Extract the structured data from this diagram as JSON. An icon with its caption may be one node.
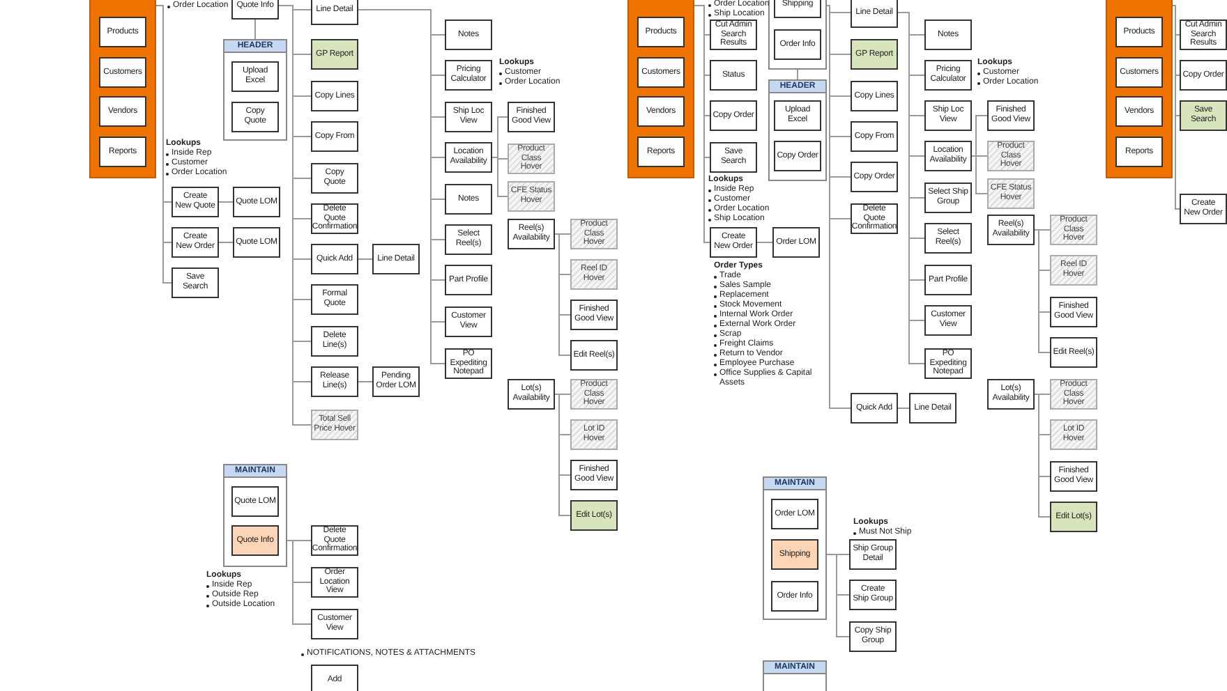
{
  "diagram": {
    "nodes": [
      {
        "text": [],
        "shape": "box"
      },
      {
        "text": [
          "Products"
        ],
        "in": 0
      },
      {
        "text": [
          "Customers"
        ],
        "in": 0
      },
      {
        "text": [
          "Vendors"
        ],
        "in": 0
      },
      {
        "text": [
          "Reports"
        ],
        "in": 0
      },
      {
        "text": [
          "Quote Info"
        ]
      },
      {
        "text": [
          "HEADER"
        ]
      },
      {
        "text": [
          "Upload Excel"
        ],
        "in": 6
      },
      {
        "text": [
          "Copy Quote"
        ],
        "in": 6
      },
      {
        "text": [
          "Create New Quote"
        ]
      },
      {
        "text": [
          "Quote LOM"
        ]
      },
      {
        "text": [
          "Create New Order"
        ]
      },
      {
        "text": [
          "Quote LOM"
        ]
      },
      {
        "text": [
          "Save Search"
        ]
      },
      {
        "text": [
          "Line Detail"
        ]
      },
      {
        "text": [
          "GP Report"
        ]
      },
      {
        "text": [
          "Copy Lines"
        ]
      },
      {
        "text": [
          "Copy From"
        ]
      },
      {
        "text": [
          "Copy Quote"
        ]
      },
      {
        "text": [
          "Delete Quote Confirmation"
        ]
      },
      {
        "text": [
          "Quick Add"
        ]
      },
      {
        "text": [
          "Line Detail"
        ]
      },
      {
        "text": [
          "Formal Quote"
        ]
      },
      {
        "text": [
          "Delete Line(s)"
        ]
      },
      {
        "text": [
          "Release Line(s)"
        ]
      },
      {
        "text": [
          "Pending Order LOM"
        ]
      },
      {
        "text": [
          "Total Sell Price Hover"
        ]
      },
      {
        "text": [
          "Notes"
        ]
      },
      {
        "text": [
          "Pricing Calculator"
        ]
      },
      {
        "text": [
          "Ship Loc View"
        ]
      },
      {
        "text": [
          "Location Availability"
        ]
      },
      {
        "text": [
          "Finished Good View"
        ]
      },
      {
        "text": [
          "Product Class Hover"
        ]
      },
      {
        "text": [
          "CFE Status Hover"
        ]
      },
      {
        "text": [
          "Notes"
        ]
      },
      {
        "text": [
          "Select Reel(s)"
        ]
      },
      {
        "text": [
          "Part Profile"
        ]
      },
      {
        "text": [
          "Customer View"
        ]
      },
      {
        "text": [
          "PO Expediting Notepad"
        ]
      },
      {
        "text": [
          "Reel(s) Availability"
        ]
      },
      {
        "text": [
          "Product Class Hover"
        ]
      },
      {
        "text": [
          "Reel ID Hover"
        ]
      },
      {
        "text": [
          "Finished Good View"
        ]
      },
      {
        "text": [
          "Edit Reel(s)"
        ]
      },
      {
        "text": [
          "Lot(s) Availability"
        ]
      },
      {
        "text": [
          "Product Class Hover"
        ]
      },
      {
        "text": [
          "Lot ID Hover"
        ]
      },
      {
        "text": [
          "Finished Good View"
        ]
      },
      {
        "text": [
          "Edit Lot(s)"
        ]
      },
      {
        "text": [
          "MAINTAIN"
        ]
      },
      {
        "text": [
          "Quote LOM"
        ],
        "in": 49
      },
      {
        "text": [
          "Quote Info"
        ],
        "in": 49
      },
      {
        "text": [
          "Delete Quote Confirmation"
        ]
      },
      {
        "text": [
          "Order Location View"
        ]
      },
      {
        "text": [
          "Customer View"
        ]
      },
      {
        "text": [
          "Add"
        ]
      },
      {
        "text": [],
        "shape": "box"
      },
      {
        "text": [
          "Products"
        ],
        "in": 56
      },
      {
        "text": [
          "Customers"
        ],
        "in": 56
      },
      {
        "text": [
          "Vendors"
        ],
        "in": 56
      },
      {
        "text": [
          "Reports"
        ],
        "in": 56
      },
      {
        "text": [],
        "shape": "box"
      },
      {
        "text": [
          "Shipping"
        ],
        "in": 61
      },
      {
        "text": [
          "Order Info"
        ],
        "in": 61
      },
      {
        "text": [
          "HEADER"
        ]
      },
      {
        "text": [
          "Upload Excel"
        ],
        "in": 64
      },
      {
        "text": [
          "Copy Order"
        ],
        "in": 64
      },
      {
        "text": [
          "Cut Admin Search Results"
        ]
      },
      {
        "text": [
          "Status"
        ]
      },
      {
        "text": [
          "Copy Order"
        ]
      },
      {
        "text": [
          "Save Search"
        ]
      },
      {
        "text": [
          "Create New Order"
        ]
      },
      {
        "text": [
          "Order LOM"
        ]
      },
      {
        "text": [
          "Line Detail"
        ]
      },
      {
        "text": [
          "GP Report"
        ]
      },
      {
        "text": [
          "Copy Lines"
        ]
      },
      {
        "text": [
          "Copy From"
        ]
      },
      {
        "text": [
          "Copy Order"
        ]
      },
      {
        "text": [
          "Delete Quote Confirmation"
        ]
      },
      {
        "text": [
          "Quick Add"
        ]
      },
      {
        "text": [
          "Line Detail"
        ]
      },
      {
        "text": [
          "Notes"
        ]
      },
      {
        "text": [
          "Pricing Calculator"
        ]
      },
      {
        "text": [
          "Ship Loc View"
        ]
      },
      {
        "text": [
          "Location Availability"
        ]
      },
      {
        "text": [
          "Finished Good View"
        ]
      },
      {
        "text": [
          "Product Class Hover"
        ]
      },
      {
        "text": [
          "CFE Status Hover"
        ]
      },
      {
        "text": [
          "Select Ship Group"
        ]
      },
      {
        "text": [
          "Select Reel(s)"
        ]
      },
      {
        "text": [
          "Part Profile"
        ]
      },
      {
        "text": [
          "Customer View"
        ]
      },
      {
        "text": [
          "PO Expediting Notepad"
        ]
      },
      {
        "text": [
          "Reel(s) Availability"
        ]
      },
      {
        "text": [
          "Product Class Hover"
        ]
      },
      {
        "text": [
          "Reel ID Hover"
        ]
      },
      {
        "text": [
          "Finished Good View"
        ]
      },
      {
        "text": [
          "Edit Reel(s)"
        ]
      },
      {
        "text": [
          "Lot(s) Availability"
        ]
      },
      {
        "text": [
          "Product Class Hover"
        ]
      },
      {
        "text": [
          "Lot ID Hover"
        ]
      },
      {
        "text": [
          "Finished Good View"
        ]
      },
      {
        "text": [
          "Edit Lot(s)"
        ]
      },
      {
        "text": [
          "MAINTAIN"
        ]
      },
      {
        "text": [
          "Order LOM"
        ],
        "in": 103
      },
      {
        "text": [
          "Shipping"
        ],
        "in": 103
      },
      {
        "text": [
          "Order Info"
        ],
        "in": 103
      },
      {
        "text": [
          "Ship Group Detail"
        ]
      },
      {
        "text": [
          "Create Ship Group"
        ]
      },
      {
        "text": [
          "Copy Ship Group"
        ]
      },
      {
        "text": [
          "MAINTAIN"
        ]
      },
      {
        "text": [],
        "shape": "box"
      },
      {
        "text": [
          "Products"
        ],
        "in": 111
      },
      {
        "text": [
          "Customers"
        ],
        "in": 111
      },
      {
        "text": [
          "Vendors"
        ],
        "in": 111
      },
      {
        "text": [
          "Reports"
        ],
        "in": 111
      },
      {
        "text": [
          "Cut Admin Search Results"
        ]
      },
      {
        "text": [
          "Copy Order"
        ]
      },
      {
        "text": [
          "Save Search"
        ]
      },
      {
        "text": [
          "Create New Order"
        ]
      }
    ],
    "edges": [
      {
        "from": 5,
        "to": 6,
        "arrow": "none"
      },
      {
        "from": 0,
        "to": 9,
        "arrow": "none"
      },
      {
        "from": 0,
        "to": 11,
        "arrow": "none"
      },
      {
        "from": 0,
        "to": 13,
        "arrow": "none"
      },
      {
        "from": 9,
        "to": 10,
        "arrow": "none"
      },
      {
        "from": 11,
        "to": 12,
        "arrow": "none"
      },
      {
        "from": 5,
        "to": 14,
        "arrow": "none"
      },
      {
        "from": 5,
        "to": 15,
        "arrow": "none"
      },
      {
        "from": 5,
        "to": 16,
        "arrow": "none"
      },
      {
        "from": 5,
        "to": 17,
        "arrow": "none"
      },
      {
        "from": 5,
        "to": 18,
        "arrow": "none"
      },
      {
        "from": 5,
        "to": 19,
        "arrow": "none"
      },
      {
        "from": 5,
        "to": 20,
        "arrow": "none"
      },
      {
        "from": 20,
        "to": 21,
        "arrow": "none"
      },
      {
        "from": 5,
        "to": 22,
        "arrow": "none"
      },
      {
        "from": 5,
        "to": 23,
        "arrow": "none"
      },
      {
        "from": 5,
        "to": 24,
        "arrow": "none"
      },
      {
        "from": 24,
        "to": 25,
        "arrow": "none"
      },
      {
        "from": 5,
        "to": 26,
        "arrow": "none"
      },
      {
        "from": 14,
        "to": 27,
        "arrow": "none"
      },
      {
        "from": 14,
        "to": 28,
        "arrow": "none"
      },
      {
        "from": 14,
        "to": 29,
        "arrow": "none"
      },
      {
        "from": 14,
        "to": 30,
        "arrow": "none"
      },
      {
        "from": 30,
        "to": 31,
        "arrow": "none"
      },
      {
        "from": 30,
        "to": 32,
        "arrow": "none"
      },
      {
        "from": 30,
        "to": 33,
        "arrow": "none"
      },
      {
        "from": 14,
        "to": 34,
        "arrow": "none"
      },
      {
        "from": 14,
        "to": 35,
        "arrow": "none"
      },
      {
        "from": 14,
        "to": 36,
        "arrow": "none"
      },
      {
        "from": 14,
        "to": 37,
        "arrow": "none"
      },
      {
        "from": 14,
        "to": 38,
        "arrow": "none"
      },
      {
        "from": 39,
        "to": 40,
        "arrow": "none"
      },
      {
        "from": 39,
        "to": 41,
        "arrow": "none"
      },
      {
        "from": 39,
        "to": 42,
        "arrow": "none"
      },
      {
        "from": 39,
        "to": 43,
        "arrow": "none"
      },
      {
        "from": 44,
        "to": 45,
        "arrow": "none"
      },
      {
        "from": 44,
        "to": 46,
        "arrow": "none"
      },
      {
        "from": 44,
        "to": 47,
        "arrow": "none"
      },
      {
        "from": 44,
        "to": 48,
        "arrow": "none"
      },
      {
        "from": 51,
        "to": 52,
        "arrow": "none"
      },
      {
        "from": 51,
        "to": 53,
        "arrow": "none"
      },
      {
        "from": 51,
        "to": 54,
        "arrow": "none"
      },
      {
        "from": 61,
        "to": 64,
        "arrow": "none"
      },
      {
        "from": 56,
        "to": 67,
        "arrow": "none"
      },
      {
        "from": 56,
        "to": 68,
        "arrow": "none"
      },
      {
        "from": 56,
        "to": 69,
        "arrow": "none"
      },
      {
        "from": 56,
        "to": 70,
        "arrow": "none"
      },
      {
        "from": 56,
        "to": 71,
        "arrow": "none"
      },
      {
        "from": 71,
        "to": 72,
        "arrow": "none"
      },
      {
        "from": 61,
        "to": 73,
        "arrow": "none"
      },
      {
        "from": 61,
        "to": 74,
        "arrow": "none"
      },
      {
        "from": 61,
        "to": 75,
        "arrow": "none"
      },
      {
        "from": 61,
        "to": 76,
        "arrow": "none"
      },
      {
        "from": 61,
        "to": 77,
        "arrow": "none"
      },
      {
        "from": 61,
        "to": 78,
        "arrow": "none"
      },
      {
        "from": 61,
        "to": 79,
        "arrow": "none"
      },
      {
        "from": 79,
        "to": 80,
        "arrow": "none"
      },
      {
        "from": 73,
        "to": 81,
        "arrow": "none"
      },
      {
        "from": 73,
        "to": 82,
        "arrow": "none"
      },
      {
        "from": 73,
        "to": 83,
        "arrow": "none"
      },
      {
        "from": 73,
        "to": 84,
        "arrow": "none"
      },
      {
        "from": 84,
        "to": 85,
        "arrow": "none"
      },
      {
        "from": 84,
        "to": 86,
        "arrow": "none"
      },
      {
        "from": 84,
        "to": 87,
        "arrow": "none"
      },
      {
        "from": 73,
        "to": 88,
        "arrow": "none"
      },
      {
        "from": 73,
        "to": 89,
        "arrow": "none"
      },
      {
        "from": 73,
        "to": 90,
        "arrow": "none"
      },
      {
        "from": 73,
        "to": 91,
        "arrow": "none"
      },
      {
        "from": 73,
        "to": 92,
        "arrow": "none"
      },
      {
        "from": 93,
        "to": 94,
        "arrow": "none"
      },
      {
        "from": 93,
        "to": 95,
        "arrow": "none"
      },
      {
        "from": 93,
        "to": 96,
        "arrow": "none"
      },
      {
        "from": 93,
        "to": 97,
        "arrow": "none"
      },
      {
        "from": 98,
        "to": 99,
        "arrow": "none"
      },
      {
        "from": 98,
        "to": 100,
        "arrow": "none"
      },
      {
        "from": 98,
        "to": 101,
        "arrow": "none"
      },
      {
        "from": 98,
        "to": 102,
        "arrow": "none"
      },
      {
        "from": 105,
        "to": 107,
        "arrow": "none"
      },
      {
        "from": 105,
        "to": 108,
        "arrow": "none"
      },
      {
        "from": 105,
        "to": 109,
        "arrow": "none"
      },
      {
        "from": 111,
        "to": 116,
        "arrow": "none"
      },
      {
        "from": 111,
        "to": 117,
        "arrow": "none"
      },
      {
        "from": 111,
        "to": 118,
        "arrow": "none"
      },
      {
        "from": 111,
        "to": 119,
        "arrow": "none"
      }
    ],
    "labels": [
      "Order Location",
      "Lookups",
      "Inside Rep",
      "Customer",
      "Order Location",
      "Lookups",
      "Customer",
      "Order Location",
      "Lookups",
      "Inside Rep",
      "Outside Rep",
      "Outside Location",
      "NOTIFICATIONS, NOTES & ATTACHMENTS",
      "Order Location",
      "Ship Location",
      "Lookups",
      "Inside Rep",
      "Customer",
      "Order Location",
      "Ship Location",
      "Order Types",
      "Trade",
      "Sales Sample",
      "Replacement",
      "Stock Movement",
      "Internal Work Order",
      "External Work Order",
      "Scrap",
      "Freight Claims",
      "Return to Vendor",
      "Employee Purchase",
      "Office Supplies & Capital Assets",
      "Lookups",
      "Customer",
      "Order Location",
      "Lookups",
      "Must Not Ship"
    ]
  }
}
